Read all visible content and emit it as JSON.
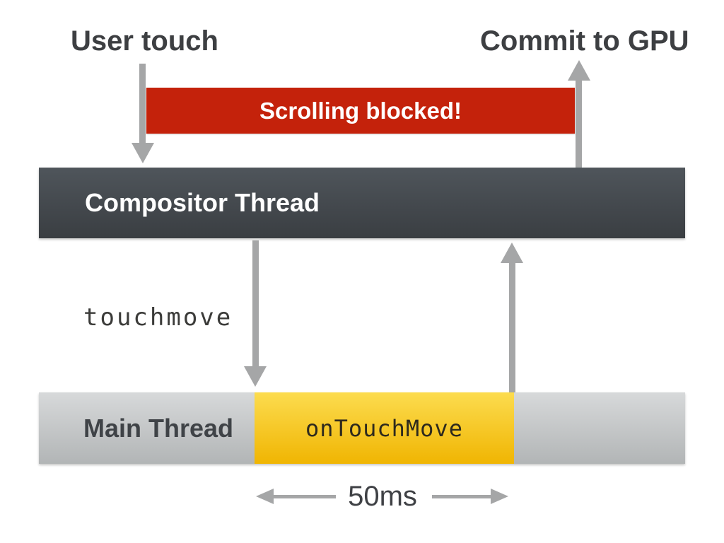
{
  "diagram": {
    "annotations": {
      "user_touch": "User touch",
      "commit_to_gpu": "Commit to GPU",
      "event_name": "touchmove",
      "duration": "50ms"
    },
    "blocked_banner": {
      "label": "Scrolling blocked!"
    },
    "threads": {
      "compositor": {
        "label": "Compositor Thread"
      },
      "main": {
        "label": "Main Thread",
        "busy_segment": "onTouchMove"
      }
    },
    "icons": [
      "down-arrow-icon",
      "up-arrow-icon",
      "left-arrow-icon",
      "right-arrow-icon"
    ]
  },
  "colors": {
    "blocked-red": "#c4220b",
    "heading-text": "#3d3f42",
    "compositor-top": "#4f555b",
    "compositor-bottom": "#3a3e42",
    "main-gray-top": "#d7d9da",
    "main-gray-bottom": "#b2b5b6",
    "busy-yellow-top": "#fcdc4f",
    "busy-yellow-bottom": "#f0b502",
    "busy-text": "#2e2a1d",
    "main-label-text": "#3f4347",
    "code-text": "#3b3b39",
    "duration-text": "#3f4145",
    "arrow-gray": "#a5a6a7"
  }
}
